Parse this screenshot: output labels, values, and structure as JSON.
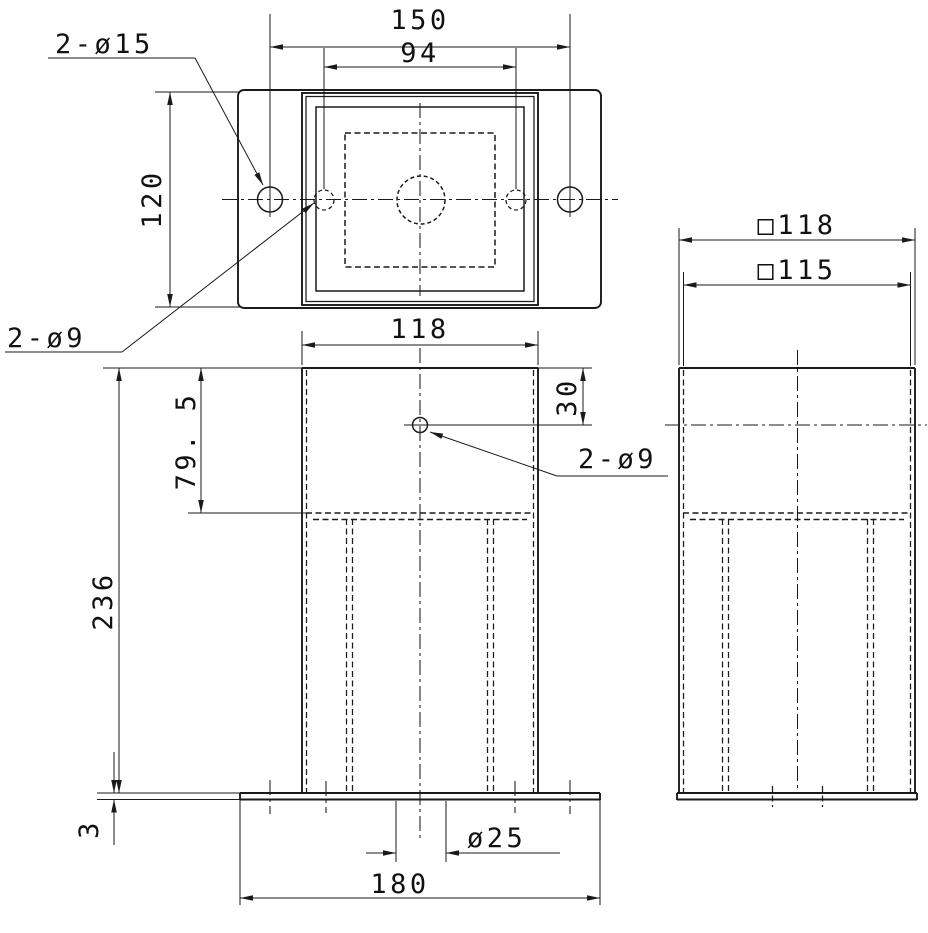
{
  "colors": {
    "line": "#1a1a1a",
    "background": "#ffffff",
    "text": "#111111"
  },
  "views": {
    "top": {
      "dim_bolt_span": "150",
      "dim_inner_hole_span": "94",
      "dim_plate_depth": "120",
      "label_bolt_holes": "2-ø15",
      "label_small_holes": "2-ø9"
    },
    "front": {
      "dim_post_width": "118",
      "dim_hole_offset": "30",
      "dim_upper_section": "79. 5",
      "dim_post_height": "236",
      "dim_plate_thickness": "3",
      "dim_center_hole": "ø25",
      "dim_plate_width": "180",
      "label_small_holes": "2-ø9"
    },
    "side": {
      "dim_square_outer": "□118",
      "dim_square_inner": "□115"
    }
  }
}
